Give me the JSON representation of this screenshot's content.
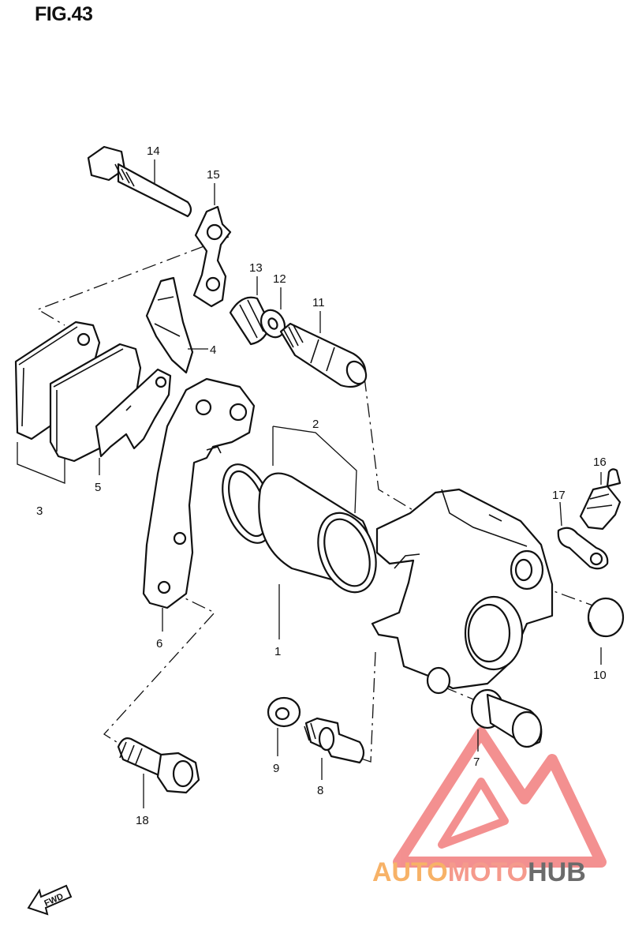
{
  "figure": {
    "title": "FIG.43"
  },
  "callouts": [
    {
      "id": "1",
      "label": "1"
    },
    {
      "id": "2",
      "label": "2"
    },
    {
      "id": "3",
      "label": "3"
    },
    {
      "id": "4",
      "label": "4"
    },
    {
      "id": "5",
      "label": "5"
    },
    {
      "id": "6",
      "label": "6"
    },
    {
      "id": "7",
      "label": "7"
    },
    {
      "id": "8",
      "label": "8"
    },
    {
      "id": "9",
      "label": "9"
    },
    {
      "id": "10",
      "label": "10"
    },
    {
      "id": "11",
      "label": "11"
    },
    {
      "id": "12",
      "label": "12"
    },
    {
      "id": "13",
      "label": "13"
    },
    {
      "id": "14",
      "label": "14"
    },
    {
      "id": "15",
      "label": "15"
    },
    {
      "id": "16",
      "label": "16"
    },
    {
      "id": "17",
      "label": "17"
    },
    {
      "id": "18",
      "label": "18"
    }
  ],
  "direction_badge": {
    "label": "FWD",
    "icon": "fwd-arrow-icon"
  },
  "watermark": {
    "text_auto": "AUTO",
    "text_moto": "MOTO",
    "text_hub": "HUB",
    "colors": {
      "auto": "#f7b267",
      "moto": "#f59a8c",
      "hub": "#6b6b6b",
      "triangle": "#f06c6c"
    }
  }
}
